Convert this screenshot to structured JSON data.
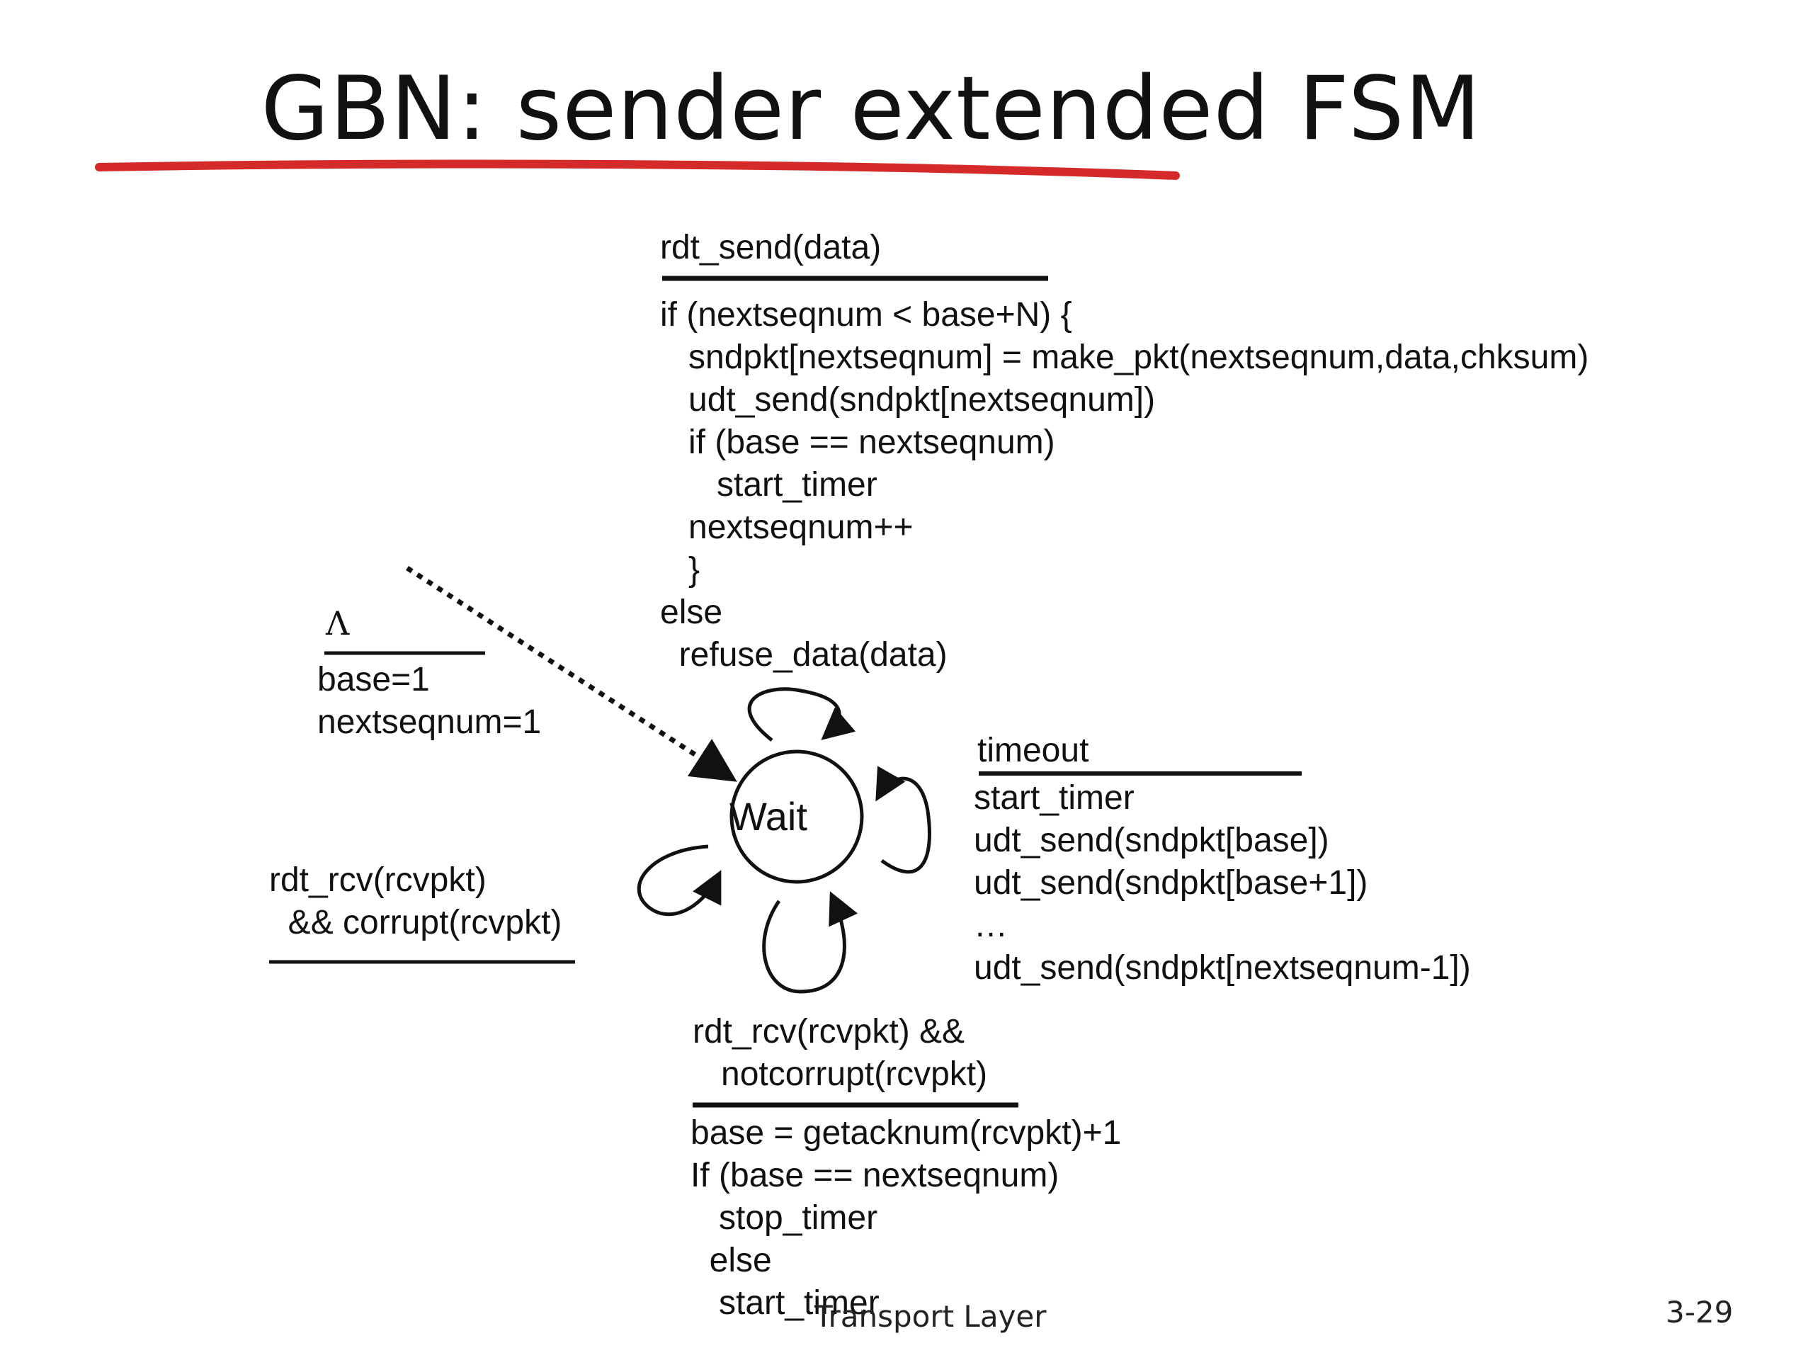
{
  "slide": {
    "title": "GBN: sender extended FSM",
    "footer_label": "Transport Layer",
    "page_number": "3-29",
    "underline_color": "#d42a2a"
  },
  "fsm": {
    "state": "Wait",
    "init": {
      "event": "Λ",
      "actions": "base=1\nnextseqnum=1"
    },
    "send": {
      "event": "rdt_send(data)",
      "actions": "if (nextseqnum < base+N) {\n   sndpkt[nextseqnum] = make_pkt(nextseqnum,data,chksum)\n   udt_send(sndpkt[nextseqnum])\n   if (base == nextseqnum)\n      start_timer\n   nextseqnum++\n   }\nelse\n  refuse_data(data)"
    },
    "timeout": {
      "event": "timeout",
      "actions": "start_timer\nudt_send(sndpkt[base])\nudt_send(sndpkt[base+1])\n…\nudt_send(sndpkt[nextseqnum-1])"
    },
    "corrupt": {
      "event": "rdt_rcv(rcvpkt)\n  && corrupt(rcvpkt)"
    },
    "ack": {
      "event": "rdt_rcv(rcvpkt) &&\n   notcorrupt(rcvpkt)",
      "actions": "base = getacknum(rcvpkt)+1\nIf (base == nextseqnum)\n   stop_timer\n  else\n   start_timer"
    }
  }
}
